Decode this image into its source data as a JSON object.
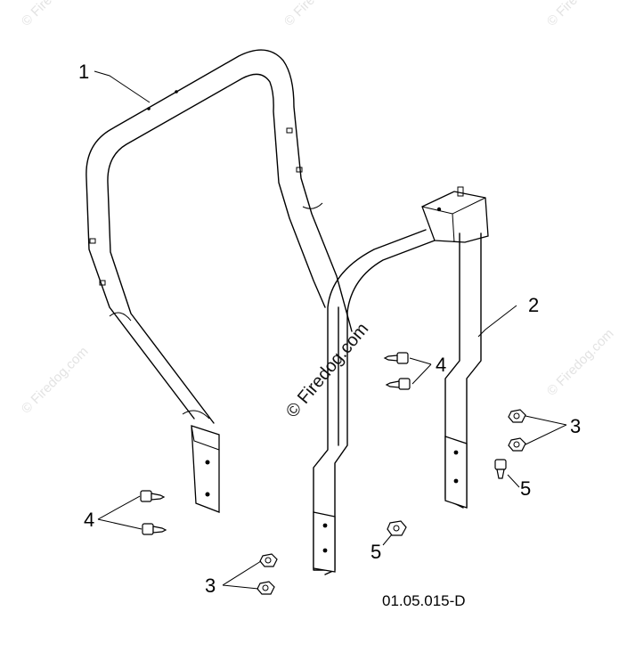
{
  "diagram": {
    "watermark_text": "© Firedog.com",
    "drawing_code": "01.05.015-D",
    "callouts": {
      "frame_front": "1",
      "frame_rear": "2",
      "bolts_lower_left": "4",
      "bolts_upper_right": "4",
      "nuts_lower_center": "3",
      "nuts_right": "3",
      "screw_right": "5",
      "screw_center": "5"
    }
  }
}
